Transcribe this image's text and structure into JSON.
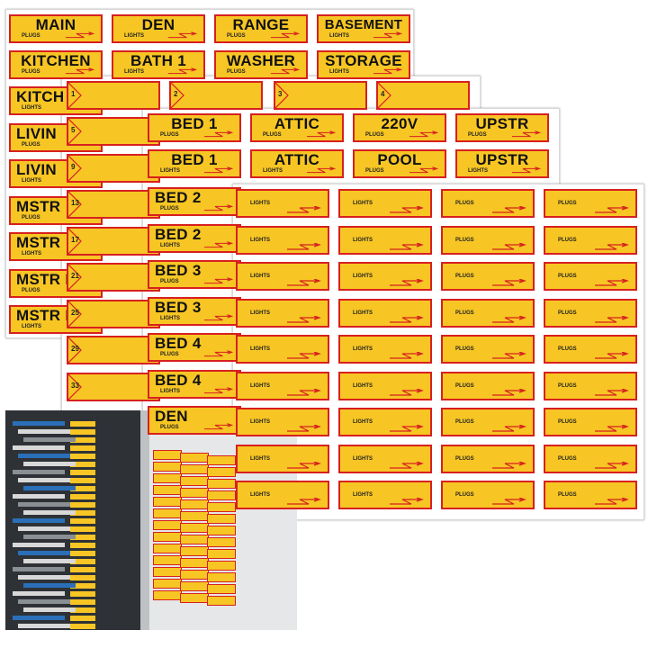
{
  "sheet1": {
    "rows": [
      [
        {
          "text": "MAIN",
          "sub": "PLUGS"
        },
        {
          "text": "DEN",
          "sub": "LIGHTS"
        },
        {
          "text": "RANGE",
          "sub": "PLUGS"
        },
        {
          "text": "BASEMENT",
          "sub": "LIGHTS"
        }
      ],
      [
        {
          "text": "KITCHEN",
          "sub": "PLUGS"
        },
        {
          "text": "BATH 1",
          "sub": "LIGHTS"
        },
        {
          "text": "WASHER",
          "sub": "PLUGS"
        },
        {
          "text": "STORAGE",
          "sub": "LIGHTS"
        }
      ]
    ],
    "left_column": [
      {
        "text": "KITCH",
        "sub": "LIGHTS"
      },
      {
        "text": "LIVIN",
        "sub": "PLUGS"
      },
      {
        "text": "LIVIN",
        "sub": "LIGHTS"
      },
      {
        "text": "MSTR",
        "sub": "PLUGS"
      },
      {
        "text": "MSTR",
        "sub": "LIGHTS"
      },
      {
        "text": "MSTR B",
        "sub": "PLUGS"
      },
      {
        "text": "MSTR B",
        "sub": "LIGHTS"
      }
    ]
  },
  "sheet2": {
    "top_numbers": [
      "1",
      "2",
      "3",
      "4"
    ],
    "left_numbers": [
      "5",
      "9",
      "13",
      "17",
      "21",
      "25",
      "29",
      "33"
    ]
  },
  "sheet3": {
    "rows": [
      [
        {
          "text": "BED 1",
          "sub": "PLUGS"
        },
        {
          "text": "ATTIC",
          "sub": "PLUGS"
        },
        {
          "text": "220V",
          "sub": "PLUGS"
        },
        {
          "text": "UPSTR",
          "sub": "PLUGS"
        }
      ],
      [
        {
          "text": "BED 1",
          "sub": "LIGHTS"
        },
        {
          "text": "ATTIC",
          "sub": "LIGHTS"
        },
        {
          "text": "POOL",
          "sub": "PLUGS"
        },
        {
          "text": "UPSTR",
          "sub": "LIGHTS"
        }
      ]
    ],
    "left_column": [
      {
        "text": "BED 2",
        "sub": "PLUGS"
      },
      {
        "text": "BED 2",
        "sub": "LIGHTS"
      },
      {
        "text": "BED 3",
        "sub": "PLUGS"
      },
      {
        "text": "BED 3",
        "sub": "LIGHTS"
      },
      {
        "text": "BED 4",
        "sub": "PLUGS"
      },
      {
        "text": "BED 4",
        "sub": "LIGHTS"
      },
      {
        "text": "DEN",
        "sub": "PLUGS"
      }
    ]
  },
  "sheet4": {
    "columns": [
      "LIGHTS",
      "LIGHTS",
      "PLUGS",
      "PLUGS"
    ],
    "row_count": 9
  },
  "colors": {
    "label_fill": "#f7c624",
    "label_border": "#d7201f",
    "text": "#111111"
  }
}
